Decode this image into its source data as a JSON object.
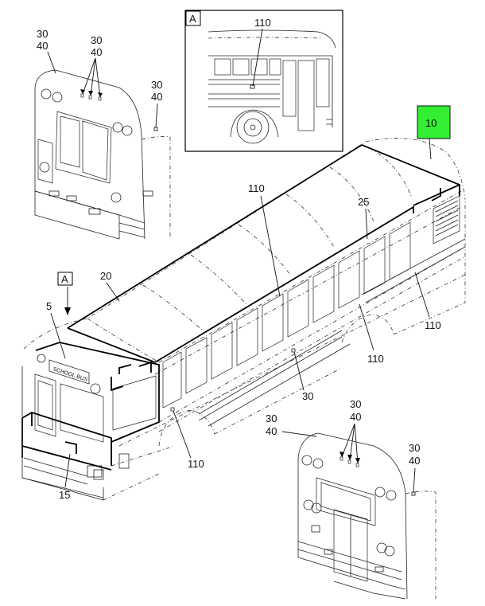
{
  "labels": {
    "front_top_left": [
      "30",
      "40"
    ],
    "front_top_mid": [
      "30",
      "40"
    ],
    "front_right": [
      "30",
      "40"
    ],
    "detail_callout": "110",
    "highlight": "10",
    "roof_center": "110",
    "roof_right": "25",
    "body_right": "110",
    "body_mid": "110",
    "view_ref": "A",
    "roof_front": "20",
    "windshield": "5",
    "side_lower": "30",
    "side_bottom": "110",
    "front_bottom": "15",
    "rear_left": [
      "30",
      "40"
    ],
    "rear_top": [
      "30",
      "40"
    ],
    "rear_right": [
      "30",
      "40"
    ]
  },
  "detail_view_letter": "A",
  "sign_text": "SCHOOL BUS",
  "colors": {
    "highlight_fill": "#33ee33",
    "line": "#111111",
    "background": "#ffffff"
  }
}
